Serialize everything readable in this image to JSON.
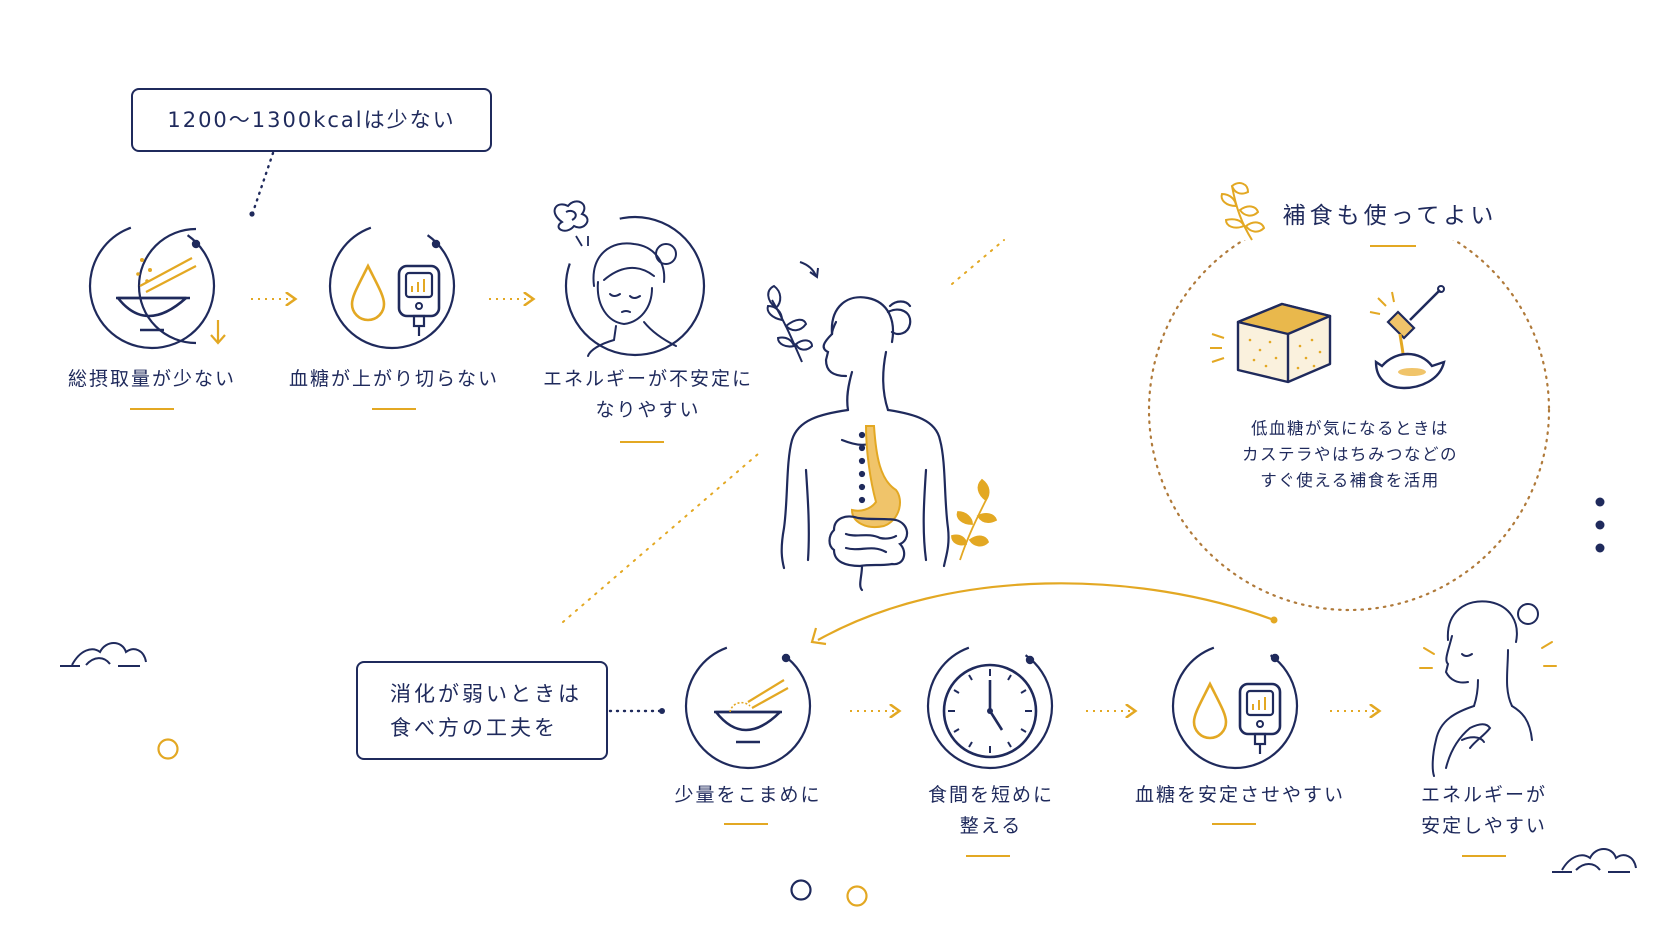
{
  "callouts": {
    "low_calorie": "1200〜1300kcalは少ない",
    "digestion_line1": "消化が弱いときは",
    "digestion_line2": "食べ方の工夫を"
  },
  "top_flow": {
    "step1_label": "総摂取量が少ない",
    "step2_label": "血糖が上がり切らない",
    "step3_label_line1": "エネルギーが不安定に",
    "step3_label_line2": "なりやすい"
  },
  "supplement": {
    "title": "補食も使ってよい",
    "desc_line1": "低血糖が気になるときは",
    "desc_line2": "カステラやはちみつなどの",
    "desc_line3": "すぐ使える補食を活用"
  },
  "bottom_flow": {
    "step1_label": "少量をこまめに",
    "step2_label_line1": "食間を短めに",
    "step2_label_line2": "整える",
    "step3_label": "血糖を安定させやすい",
    "step4_label_line1": "エネルギーが",
    "step4_label_line2": "安定しやすい"
  },
  "colors": {
    "navy": "#1f2a5c",
    "gold": "#e3a823"
  },
  "icons": [
    "bowl-chopsticks-icon",
    "blood-drop-icon",
    "glucose-meter-icon",
    "tired-woman-icon",
    "stress-scribble-icon",
    "torso-digestive-icon",
    "leaf-branch-icon",
    "castella-cake-icon",
    "honey-dipper-icon",
    "clock-icon",
    "calm-woman-icon",
    "cloud-icon"
  ]
}
